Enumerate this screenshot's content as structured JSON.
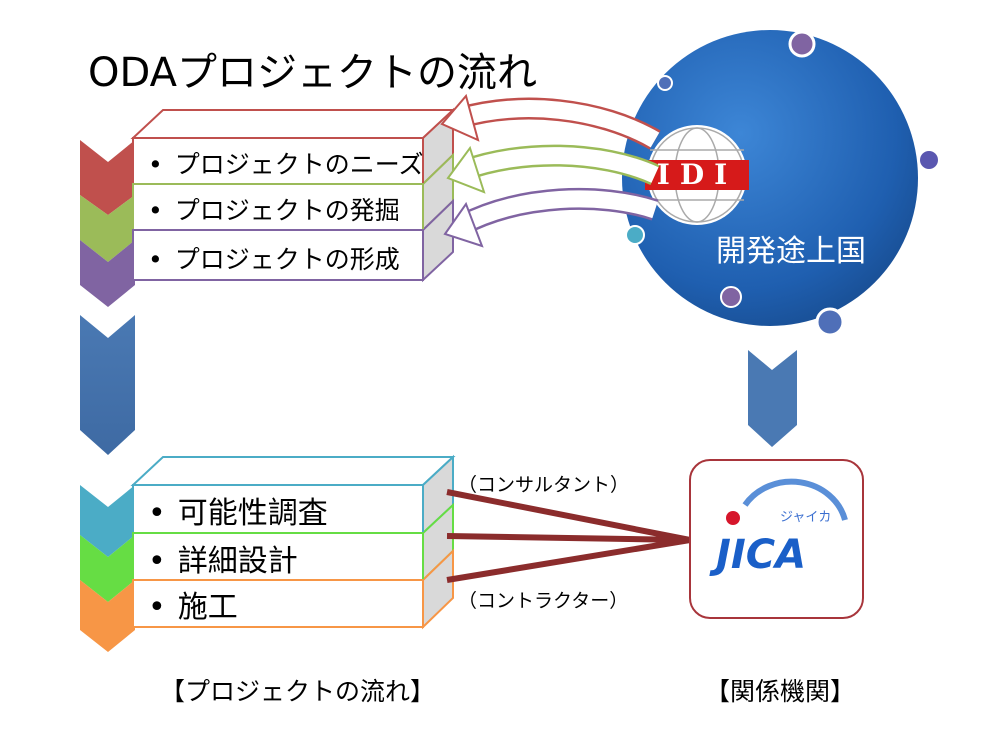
{
  "title": "ODAプロジェクトの流れ",
  "upper_steps": [
    {
      "label": "プロジェクトのニーズ",
      "color": "#c0504d"
    },
    {
      "label": "プロジェクトの発掘",
      "color": "#9bbb59"
    },
    {
      "label": "プロジェクトの形成",
      "color": "#8064a2"
    }
  ],
  "lower_steps": [
    {
      "label": "可能性調査",
      "color": "#4bacc6"
    },
    {
      "label": "詳細設計",
      "color": "#66dd44"
    },
    {
      "label": "施工",
      "color": "#f79646"
    }
  ],
  "globe": {
    "label": "開発途上国",
    "logo_text": "IDI",
    "color": "#1f5fb0"
  },
  "jica": {
    "logo_text": "JICA",
    "kana": "ジャイカ"
  },
  "consultant_label": "（コンサルタント）",
  "contractor_label": "（コントラクター）",
  "caption_left": "【プロジェクトの流れ】",
  "caption_right": "【関係機関】"
}
